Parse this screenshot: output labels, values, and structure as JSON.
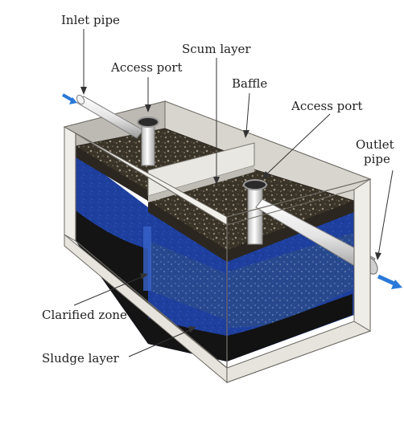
{
  "diagram": {
    "subject": "septic tank cross-section",
    "labels": {
      "inlet_pipe": "Inlet pipe",
      "access_port_left": "Access port",
      "scum_layer": "Scum layer",
      "baffle": "Baffle",
      "access_port_right": "Access port",
      "outlet_pipe_line1": "Outlet",
      "outlet_pipe_line2": "pipe",
      "clarified_zone": "Clarified zone",
      "sludge_layer": "Sludge layer"
    },
    "colors": {
      "liquid": "#1e3f9e",
      "liquid_dark": "#0d1f5e",
      "scum": "#3a3428",
      "sludge": "#141414",
      "tank_wall": "#d9d6cf",
      "pipe": "#e6e6e6",
      "flow_arrow": "#2a78d8"
    }
  }
}
